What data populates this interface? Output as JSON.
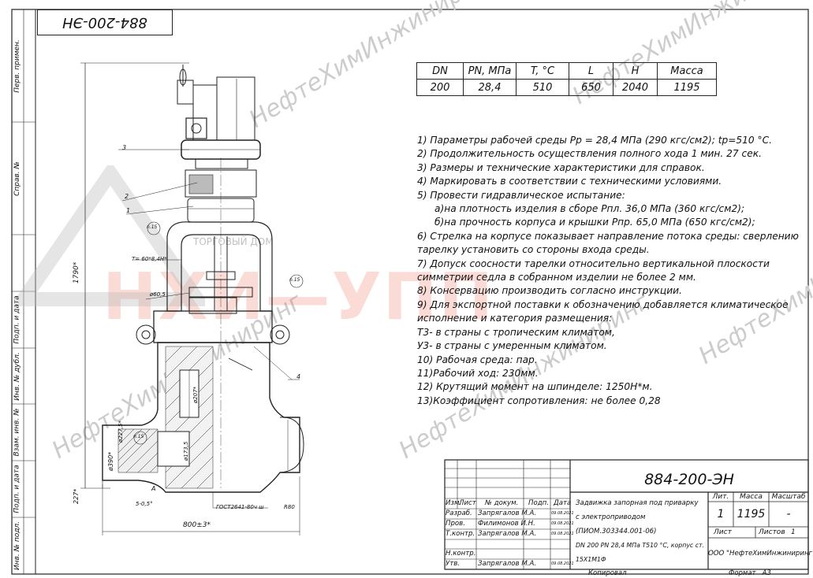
{
  "drawing_number_stamp": "884-200-ЭН",
  "margin_labels": [
    "Перв. примен.",
    "Справ. №",
    "Подп. и дата",
    "Инв. № дубл.",
    "Взам. инв. №",
    "Подп. и дата",
    "Инв. № подл."
  ],
  "param_table": {
    "headers": [
      "DN",
      "PN, МПа",
      "T, °C",
      "L",
      "H",
      "Масса"
    ],
    "values": [
      "200",
      "28,4",
      "510",
      "650",
      "2040",
      "1195"
    ]
  },
  "notes": [
    "1) Параметры рабочей среды Pp = 28,4 МПа (290 кгс/см2); tp=510 °C.",
    "2) Продолжительность осуществления полного хода 1 мин. 27 сек.",
    "3) Размеры и технические характеристики для справок.",
    "4) Маркировать в соответствии с техническими условиями.",
    "5) Провести гидравлическое испытание:",
    "а)на плотность изделия в сборе Рпл. 36,0 МПа (360 кгс/см2);",
    "б)на прочность корпуса и крышки Рпр. 65,0 МПа (650 кгс/см2);",
    "6) Стрелка на корпусе показывает направление потока среды: сверлению",
    "тарелку установить со стороны входа среды.",
    "7) Допуск соосности тарелки относительно вертикальной плоскости",
    "симметрии седла в собранном изделии не более 2 мм.",
    "8) Консервацию производить согласно инструкции.",
    "9) Для экспортной поставки к обозначению добавляется климатическое",
    "исполнение и категория размещения:",
    "Т3- в страны с тропическим климатом,",
    "У3- в страны с умеренным климатом.",
    "10) Рабочая среда: пар.",
    "11)Рабочий ход: 230мм.",
    "12) Крутящий момент на шпинделе: 1250Н*м.",
    "13)Коэффициент сопротивления: не более 0,28"
  ],
  "notes_indent": [
    false,
    false,
    false,
    false,
    false,
    true,
    true,
    false,
    false,
    false,
    false,
    false,
    false,
    false,
    false,
    false,
    false,
    false,
    false,
    false
  ],
  "drawing_labels": {
    "dim_height": "1790*",
    "dim_width": "800±3*",
    "dim_low": "227*",
    "dim_dia": "ø390*",
    "dim_inner": "ø227,5*",
    "dim_port": "ø173,5",
    "dim_taper": "ø60,5",
    "tol": "T= 60*8,4H*",
    "thread": "ГОСТ2641-80ч ш",
    "weld": "R80",
    "angle": "5-0,5°",
    "detail_a": "А",
    "callouts": [
      "3",
      "2",
      "1",
      "4"
    ],
    "section": [
      "n.15",
      "n.15",
      "n.15"
    ],
    "inner_label": "ø207*"
  },
  "title_block": {
    "designation": "884-200-ЭН",
    "description_lines": [
      "Задвижка запорная под приварку",
      "с электроприводом (ПИОМ.303344.001-06)",
      "DN 200 PN 28,4 МПа T510 °C, корпус ст. 15Х1М1Ф"
    ],
    "head_cols": [
      "Изм.",
      "Лист",
      "№ докум.",
      "Подп.",
      "Дата"
    ],
    "rows": [
      {
        "role": "Разраб.",
        "name": "Запрягалов М.А.",
        "date": "09.08.2021"
      },
      {
        "role": "Пров.",
        "name": "Филимонов И.Н.",
        "date": "09.08.2021"
      },
      {
        "role": "Т.контр.",
        "name": "Запрягалов М.А.",
        "date": "09.08.2021"
      },
      {
        "role": "",
        "name": "",
        "date": ""
      },
      {
        "role": "Н.контр.",
        "name": "",
        "date": ""
      },
      {
        "role": "Утв.",
        "name": "Запрягалов М.А.",
        "date": "09.08.2021"
      }
    ],
    "lit_label": "Лит.",
    "mass_label": "Масса",
    "scale_label": "Масштаб",
    "lit_value": "1",
    "mass_value": "1195",
    "scale_value": "-",
    "sheet_label": "Лист",
    "sheets_label": "Листов",
    "sheets_value": "1",
    "company": "ООО \"НефтеХимИнжиниринг\"",
    "copied": "Копировал",
    "format": "Формат   А3"
  },
  "watermark": {
    "company": "НефтеХимИнжиниринг",
    "big": "НХИ—УПП",
    "trade": "ТОРГОВЫЙ ДОМ"
  }
}
